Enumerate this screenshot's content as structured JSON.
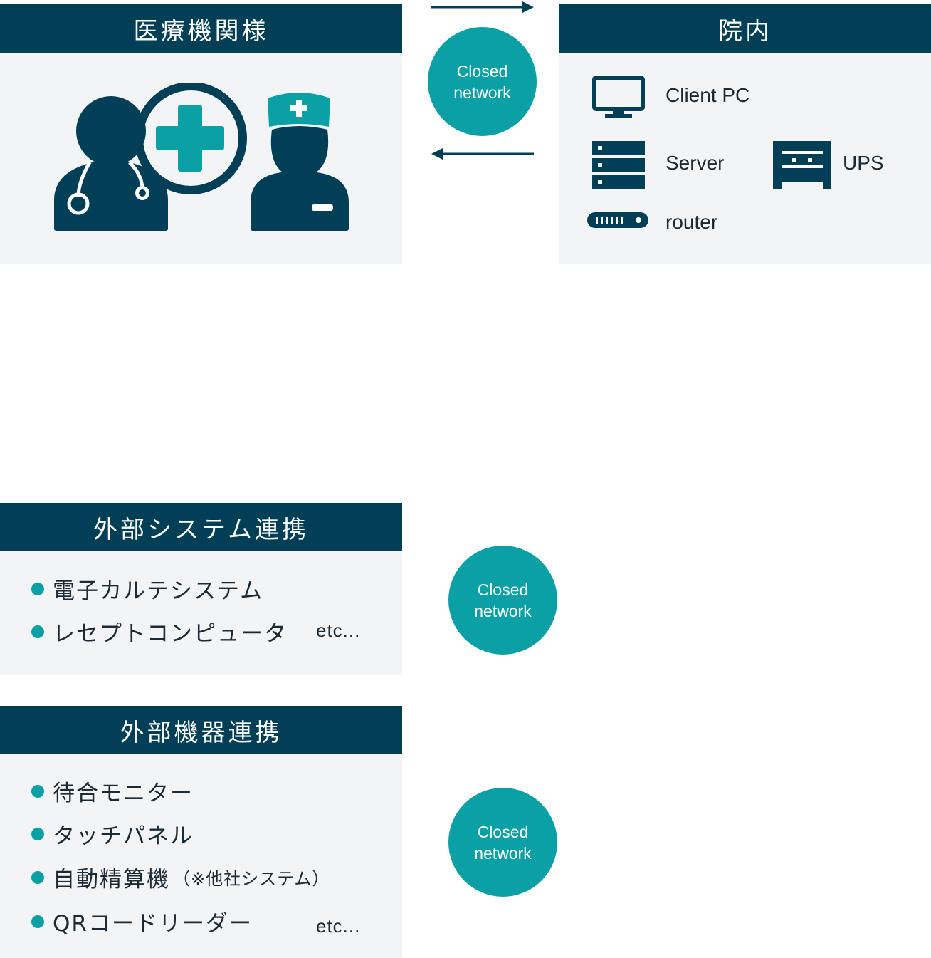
{
  "colors": {
    "header": "#003f56",
    "accent": "#0aa0a6",
    "panel": "#f2f4f6",
    "text": "#1d2a33"
  },
  "medical": {
    "title": "医療機関様",
    "icon": "doctor-nurse-icon"
  },
  "network_label": {
    "line1": "Closed",
    "line2": "network"
  },
  "hospital": {
    "title": "院内",
    "devices": [
      {
        "label": "Client PC",
        "icon": "monitor-icon"
      },
      {
        "label": "Server",
        "icon": "server-icon"
      },
      {
        "label": "UPS",
        "icon": "ups-icon"
      },
      {
        "label": "router",
        "icon": "router-icon"
      }
    ]
  },
  "external_systems": {
    "title": "外部システム連携",
    "items": [
      "電子カルテシステム",
      "レセプトコンピュータ"
    ],
    "etc": "etc..."
  },
  "external_devices": {
    "title": "外部機器連携",
    "items": [
      {
        "text": "待合モニター",
        "note": ""
      },
      {
        "text": "タッチパネル",
        "note": ""
      },
      {
        "text": "自動精算機",
        "note": "（※他社システム）"
      },
      {
        "text": "QRコードリーダー",
        "note": ""
      }
    ],
    "etc": "etc..."
  }
}
